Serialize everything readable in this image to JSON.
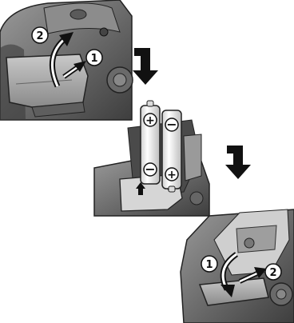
{
  "steps": {
    "step1": {
      "label_open": "②",
      "label_slide": "①"
    },
    "step2": {
      "plus_top": "⊕",
      "minus_top": "⊖",
      "minus_bottom": "⊖",
      "plus_bottom": "⊕"
    },
    "step3": {
      "label_close": "①",
      "label_lock": "②"
    }
  },
  "colors": {
    "ink": "#1a1a1a",
    "camera_dark": "#4a4a4a",
    "camera_mid": "#7a7a7a",
    "camera_light": "#b8b8b8",
    "battery": "#f2f2f2"
  }
}
